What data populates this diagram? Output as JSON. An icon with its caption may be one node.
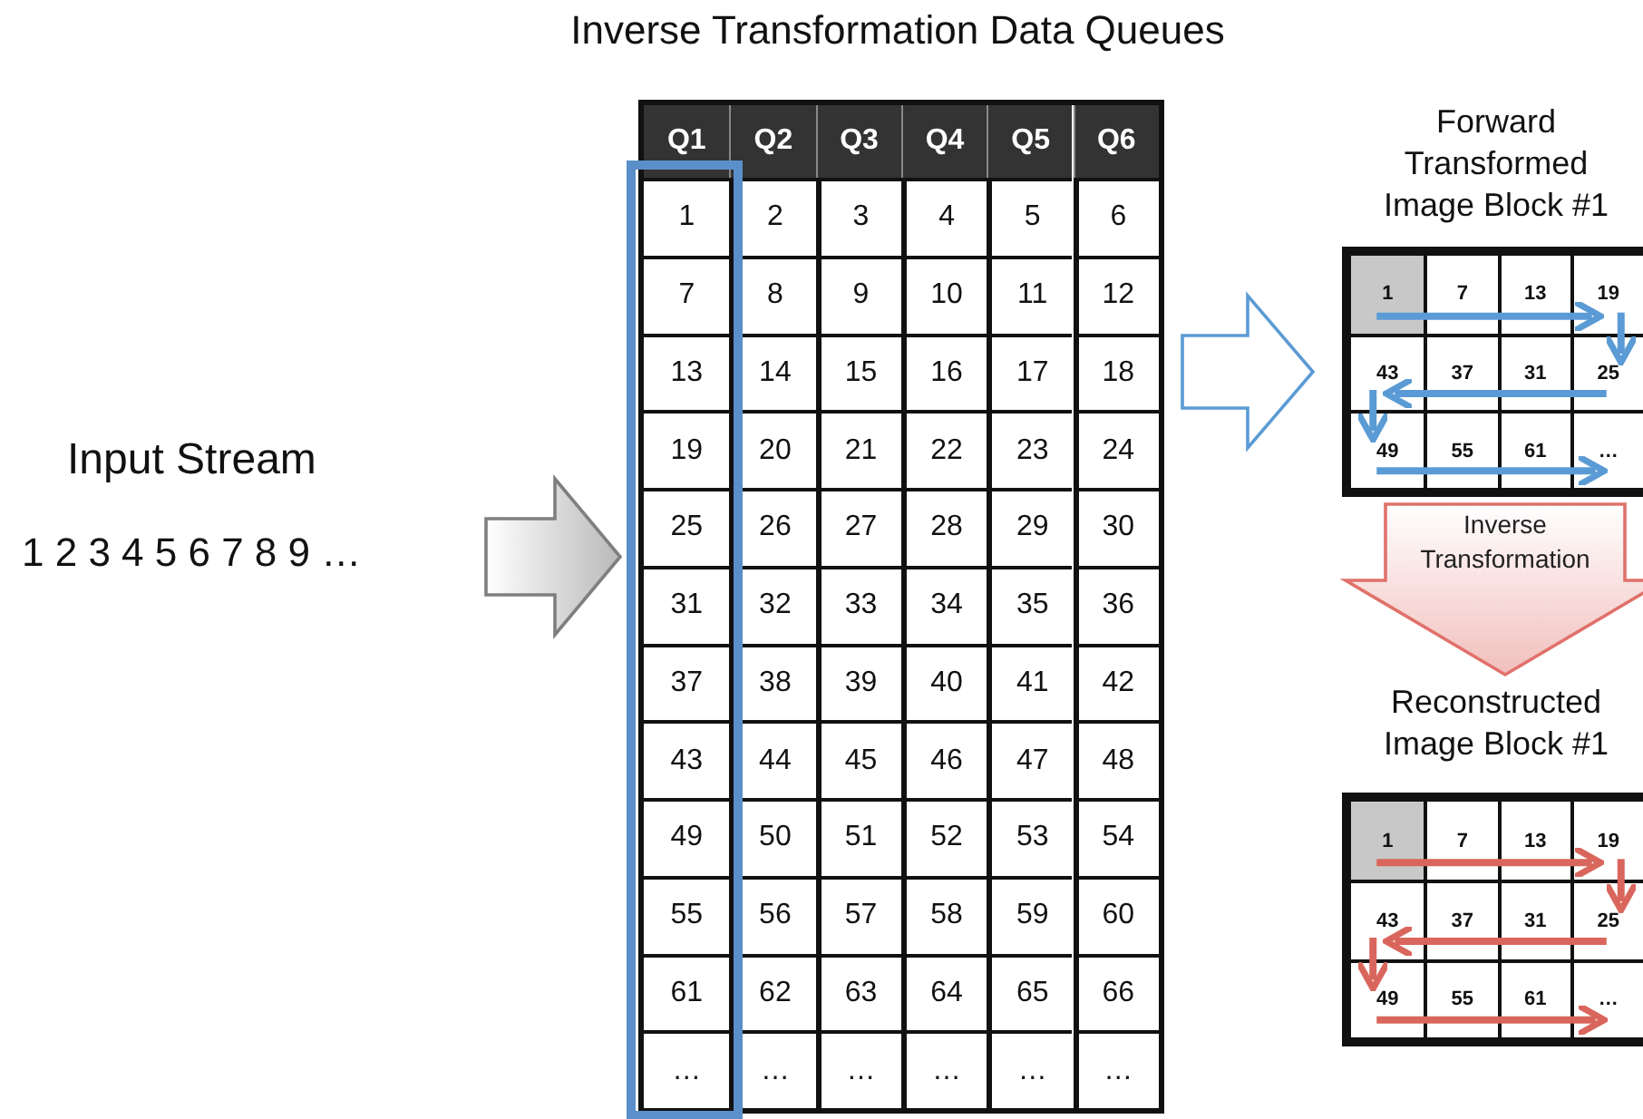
{
  "diagram": {
    "title": "Inverse Transformation Data Queues",
    "nodes": [
      {
        "text": [
          "Input Stream",
          "1 2 3 4 5 6 7 8 9 …"
        ]
      },
      {
        "text": [],
        "shape": "box"
      },
      {
        "text": [
          "Forward Transformed Image Block #1"
        ]
      },
      {
        "text": [
          "Reconstructed Image Block #1"
        ]
      }
    ],
    "edges": [
      {
        "from": 0,
        "to": 1,
        "arrow": "to",
        "color": "#7f7f7f"
      },
      {
        "from": 1,
        "to": 2,
        "arrow": "to",
        "color": "#5b9bd5"
      },
      {
        "from": 2,
        "to": 3,
        "arrow": "to",
        "label": "Inverse Transformation",
        "color": "#e0716b"
      }
    ],
    "labels": [
      "Q1",
      "Q2",
      "Q3",
      "Q4",
      "Q5",
      "Q6",
      "1",
      "2",
      "3",
      "4",
      "5",
      "6",
      "7",
      "8",
      "9",
      "10",
      "11",
      "12",
      "13",
      "14",
      "15",
      "16",
      "17",
      "18",
      "19",
      "20",
      "21",
      "22",
      "23",
      "24",
      "25",
      "26",
      "27",
      "28",
      "29",
      "30",
      "31",
      "32",
      "33",
      "34",
      "35",
      "36",
      "37",
      "38",
      "39",
      "40",
      "41",
      "42",
      "43",
      "44",
      "45",
      "46",
      "47",
      "48",
      "49",
      "50",
      "51",
      "52",
      "53",
      "54",
      "55",
      "56",
      "57",
      "58",
      "59",
      "60",
      "61",
      "62",
      "63",
      "64",
      "65",
      "66",
      "…",
      "…",
      "…",
      "…",
      "…",
      "…",
      "1",
      "7",
      "13",
      "19",
      "43",
      "37",
      "31",
      "25",
      "49",
      "55",
      "61",
      "…",
      "1",
      "7",
      "13",
      "19",
      "43",
      "37",
      "31",
      "25",
      "49",
      "55",
      "61",
      "…"
    ]
  }
}
